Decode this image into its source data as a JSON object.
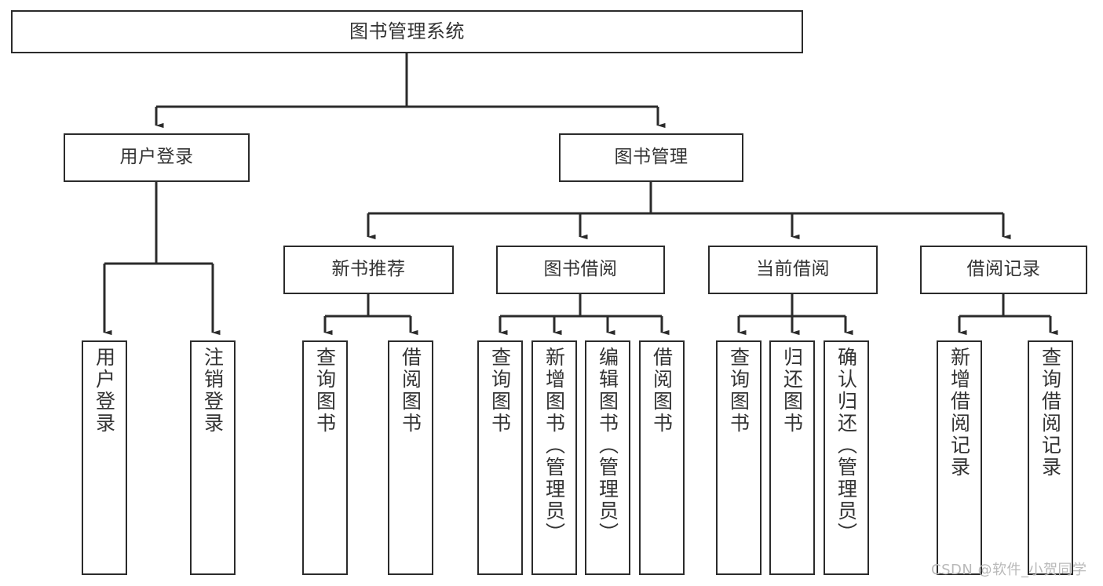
{
  "diagram": {
    "type": "tree-hierarchy",
    "title": "图书管理系统",
    "orientation": "top-down",
    "colors": {
      "box_border": "#2b2b2b",
      "box_fill": "#ffffff",
      "connector": "#2b2b2b",
      "text": "#333333",
      "watermark": "#b9b9b9",
      "background": "#ffffff"
    },
    "nodes": {
      "root": {
        "label": "图书管理系统",
        "level": 0
      },
      "level1": [
        {
          "id": "user-login",
          "label": "用户登录"
        },
        {
          "id": "book-management",
          "label": "图书管理"
        }
      ],
      "level2": [
        {
          "id": "new-book-recommend",
          "label": "新书推荐",
          "parent": "book-management"
        },
        {
          "id": "book-borrow",
          "label": "图书借阅",
          "parent": "book-management"
        },
        {
          "id": "current-borrow",
          "label": "当前借阅",
          "parent": "book-management"
        },
        {
          "id": "borrow-record",
          "label": "借阅记录",
          "parent": "book-management"
        }
      ],
      "leaves": [
        {
          "id": "leaf-user-login",
          "label": "用户登录",
          "parent": "user-login"
        },
        {
          "id": "leaf-logout-login",
          "label": "注销登录",
          "parent": "user-login"
        },
        {
          "id": "leaf-query-book-1",
          "label": "查询图书",
          "parent": "new-book-recommend"
        },
        {
          "id": "leaf-borrow-book-1",
          "label": "借阅图书",
          "parent": "new-book-recommend"
        },
        {
          "id": "leaf-query-book-2",
          "label": "查询图书",
          "parent": "book-borrow"
        },
        {
          "id": "leaf-add-book",
          "label": "新增图书（管理员）",
          "parent": "book-borrow"
        },
        {
          "id": "leaf-edit-book",
          "label": "编辑图书（管理员）",
          "parent": "book-borrow"
        },
        {
          "id": "leaf-borrow-book-2",
          "label": "借阅图书",
          "parent": "book-borrow"
        },
        {
          "id": "leaf-query-book-3",
          "label": "查询图书",
          "parent": "current-borrow"
        },
        {
          "id": "leaf-return-book",
          "label": "归还图书",
          "parent": "current-borrow"
        },
        {
          "id": "leaf-confirm-return",
          "label": "确认归还（管理员）",
          "parent": "current-borrow"
        },
        {
          "id": "leaf-add-record",
          "label": "新增借阅记录",
          "parent": "borrow-record"
        },
        {
          "id": "leaf-query-record",
          "label": "查询借阅记录",
          "parent": "borrow-record"
        }
      ]
    },
    "watermark": "CSDN @软件_小贺同学"
  }
}
